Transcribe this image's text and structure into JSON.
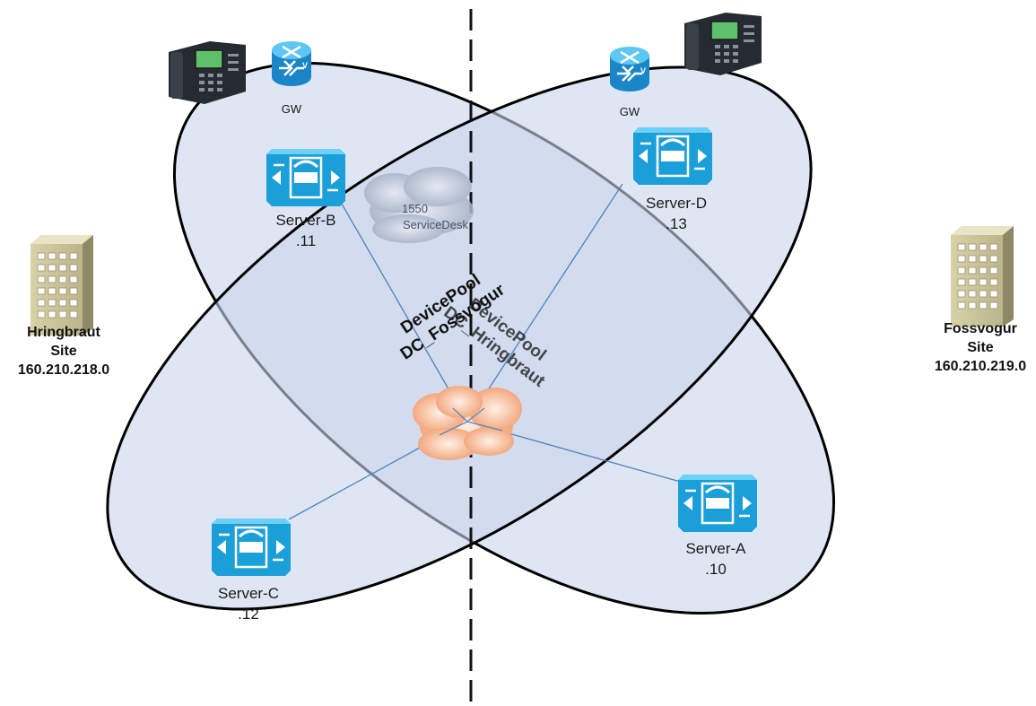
{
  "colors": {
    "ellipse_fill": "#c9d6eb",
    "ellipse_stroke": "#000000",
    "link_line": "#4f81bd",
    "server_blue": "#1a9fd8",
    "cloud_orange": "#f4a57a",
    "cloud_gray": "#b8c2d6",
    "divider": "#111111"
  },
  "servers": {
    "server_b": {
      "name": "Server-B",
      "ip": ".11"
    },
    "server_d": {
      "name": "Server-D",
      "ip": ".13"
    },
    "server_c": {
      "name": "Server-C",
      "ip": ".12"
    },
    "server_a": {
      "name": "Server-A",
      "ip": ".10"
    }
  },
  "gateways": {
    "left": {
      "label": "GW"
    },
    "right": {
      "label": "GW"
    }
  },
  "cloud_gray": {
    "line1": "1550",
    "line2": "ServiceDesk"
  },
  "devicepool_fossvogur": {
    "line1": "DevicePool",
    "line2": "DC_Fossvogur"
  },
  "devicepool_hringbraut": {
    "line1": "DevicePool",
    "line2": "DC_Hringbraut"
  },
  "sites": {
    "hringbraut": {
      "name": "Hringbraut",
      "suffix": "Site",
      "subnet": "160.210.218.0"
    },
    "fossvogur": {
      "name": "Fossvogur",
      "suffix": "Site",
      "subnet": "160.210.219.0"
    }
  },
  "icons": [
    "ip-phone-icon",
    "voice-router-icon",
    "call-manager-server-icon",
    "office-building-icon",
    "cloud-icon"
  ]
}
